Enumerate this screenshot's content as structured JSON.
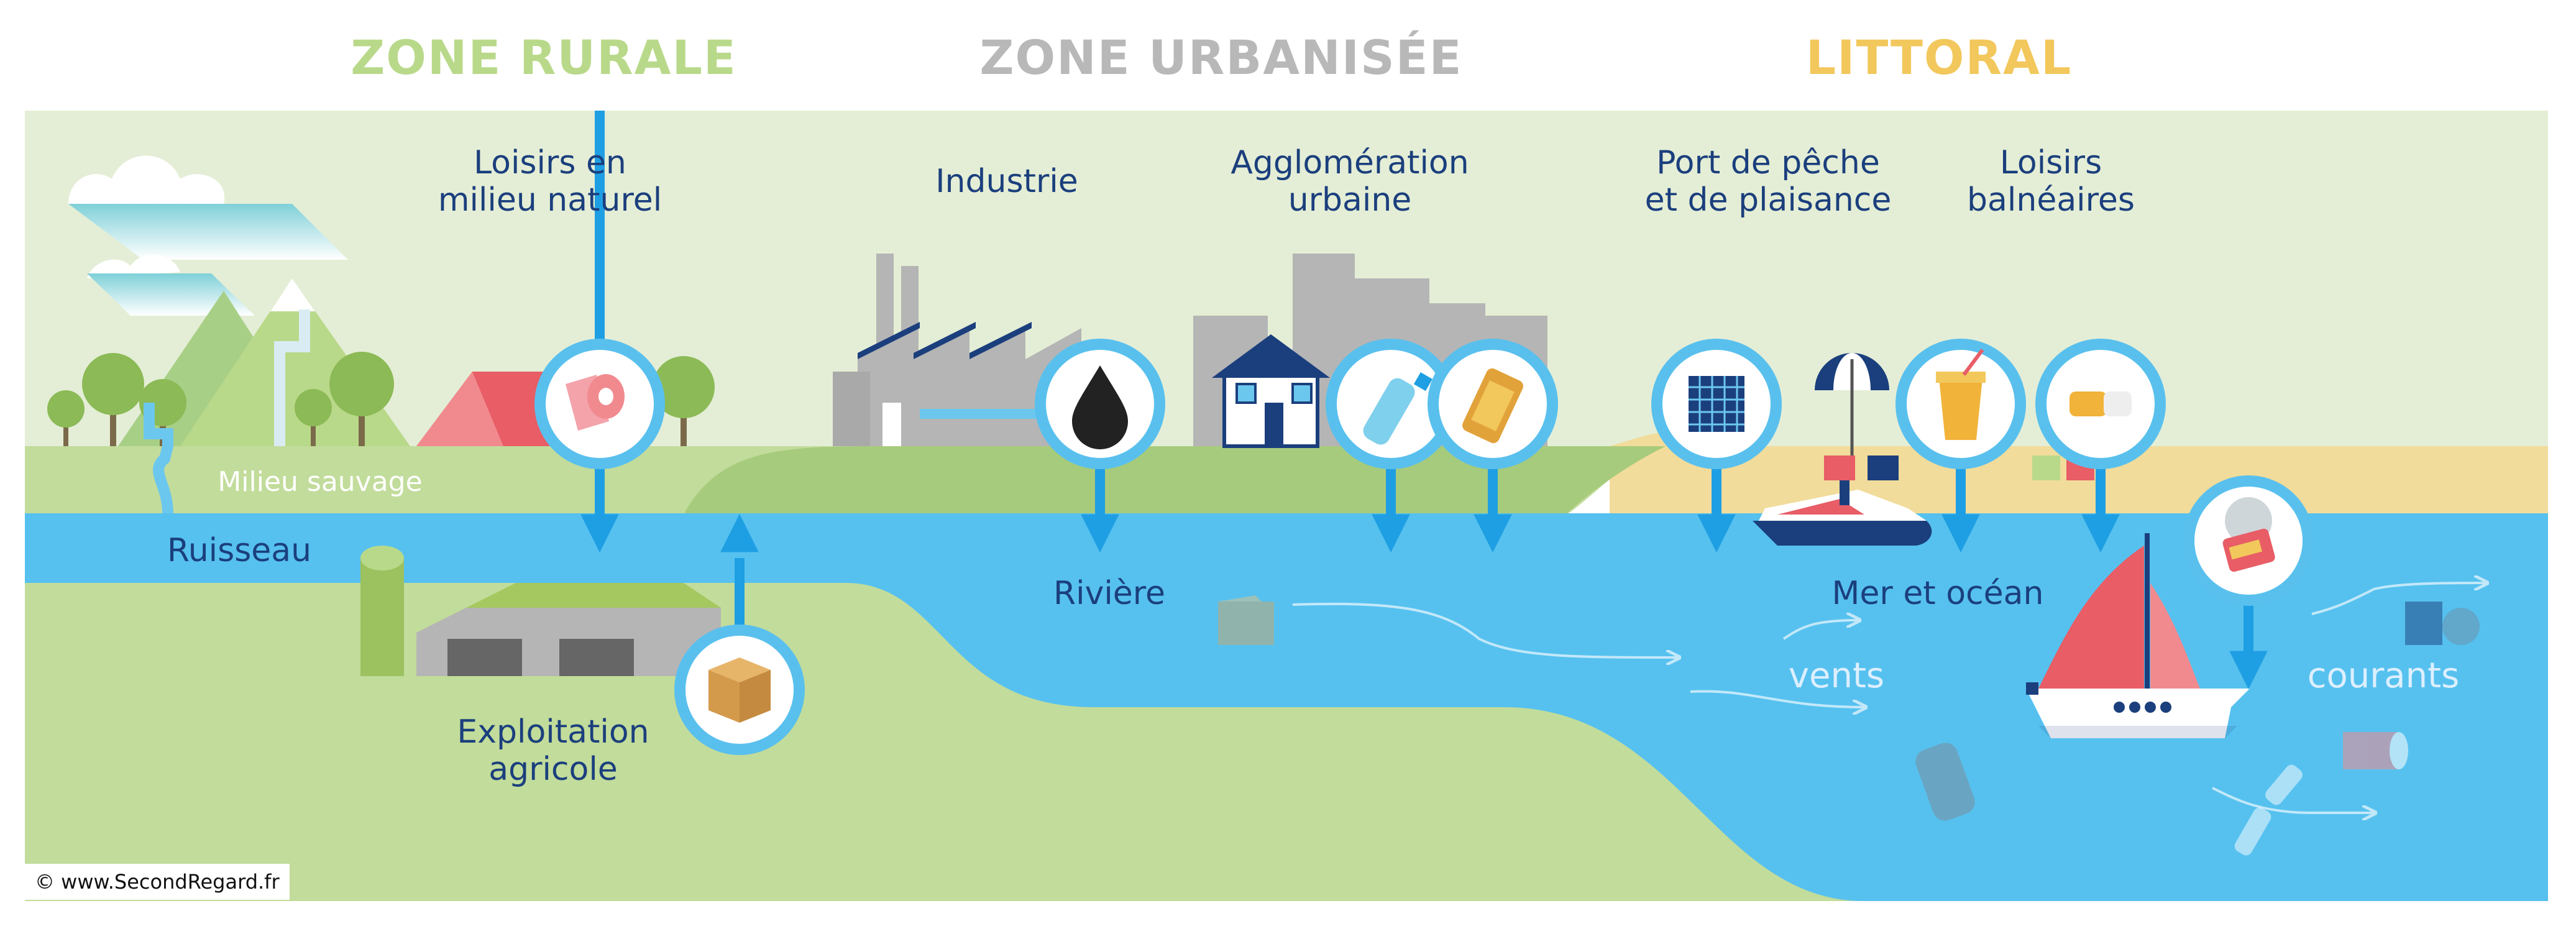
{
  "zones": {
    "rural": {
      "label": "ZONE RURALE",
      "color": "#b9d98a"
    },
    "urban": {
      "label": "ZONE URBANISÉE",
      "color": "#b8b8b8"
    },
    "coast": {
      "label": "LITTORAL",
      "color": "#f2c75c"
    }
  },
  "labels": {
    "loisirs_nature_1": "Loisirs en",
    "loisirs_nature_2": "milieu naturel",
    "industrie": "Industrie",
    "agglo_1": "Agglomération",
    "agglo_2": "urbaine",
    "port_1": "Port de pêche",
    "port_2": "et de plaisance",
    "balneaires_1": "Loisirs",
    "balneaires_2": "balnéaires",
    "milieu_sauvage": "Milieu sauvage",
    "ruisseau": "Ruisseau",
    "riviere": "Rivière",
    "mer": "Mer et océan",
    "exploitation_1": "Exploitation",
    "exploitation_2": "agricole",
    "vents": "vents",
    "courants": "courants"
  },
  "waste_icons": [
    "toilet-paper-icon",
    "oil-drop-icon",
    "plastic-bottle-icon",
    "can-icon",
    "fishing-net-icon",
    "cup-icon",
    "cigarette-icon",
    "food-tin-icon",
    "cardboard-box-icon"
  ],
  "colors": {
    "sky": "#e4eed6",
    "land": "#c2dc9b",
    "land_dark": "#a5c97a",
    "water": "#56c1ef",
    "sand": "#f1dc9b",
    "ring": "#59c0ee",
    "arrow": "#1f9fe3",
    "text": "#1b3f7d"
  },
  "copyright": "© www.SecondRegard.fr"
}
